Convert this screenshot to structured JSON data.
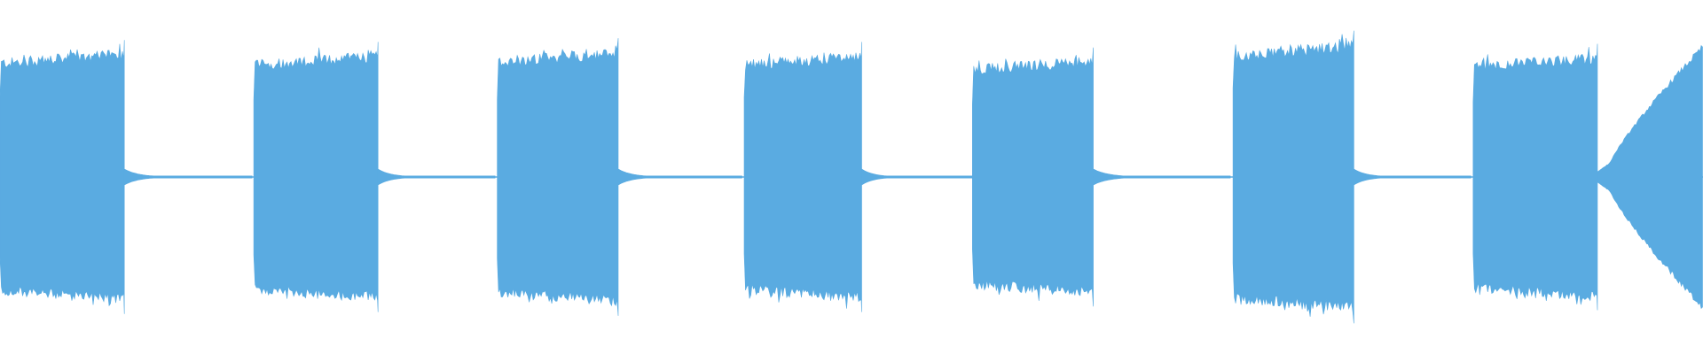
{
  "waveform": {
    "color": "#5aabe1",
    "background": "#ffffff",
    "segments": [
      {
        "kind": "burst",
        "start": 0.0,
        "end": 0.073,
        "level": 0.73
      },
      {
        "kind": "decay",
        "start": 0.073,
        "end": 0.148
      },
      {
        "kind": "burst",
        "start": 0.149,
        "end": 0.222,
        "level": 0.72
      },
      {
        "kind": "decay",
        "start": 0.222,
        "end": 0.291
      },
      {
        "kind": "burst",
        "start": 0.292,
        "end": 0.363,
        "level": 0.74
      },
      {
        "kind": "decay",
        "start": 0.363,
        "end": 0.436
      },
      {
        "kind": "burst",
        "start": 0.437,
        "end": 0.506,
        "level": 0.72
      },
      {
        "kind": "decay",
        "start": 0.506,
        "end": 0.571
      },
      {
        "kind": "burst",
        "start": 0.571,
        "end": 0.642,
        "level": 0.69
      },
      {
        "kind": "decay",
        "start": 0.642,
        "end": 0.723
      },
      {
        "kind": "burst",
        "start": 0.724,
        "end": 0.795,
        "level": 0.78
      },
      {
        "kind": "decay",
        "start": 0.795,
        "end": 0.864
      },
      {
        "kind": "burst",
        "start": 0.865,
        "end": 0.938,
        "level": 0.71
      },
      {
        "kind": "swell",
        "start": 0.938,
        "end": 1.0,
        "level": 0.74
      }
    ]
  }
}
